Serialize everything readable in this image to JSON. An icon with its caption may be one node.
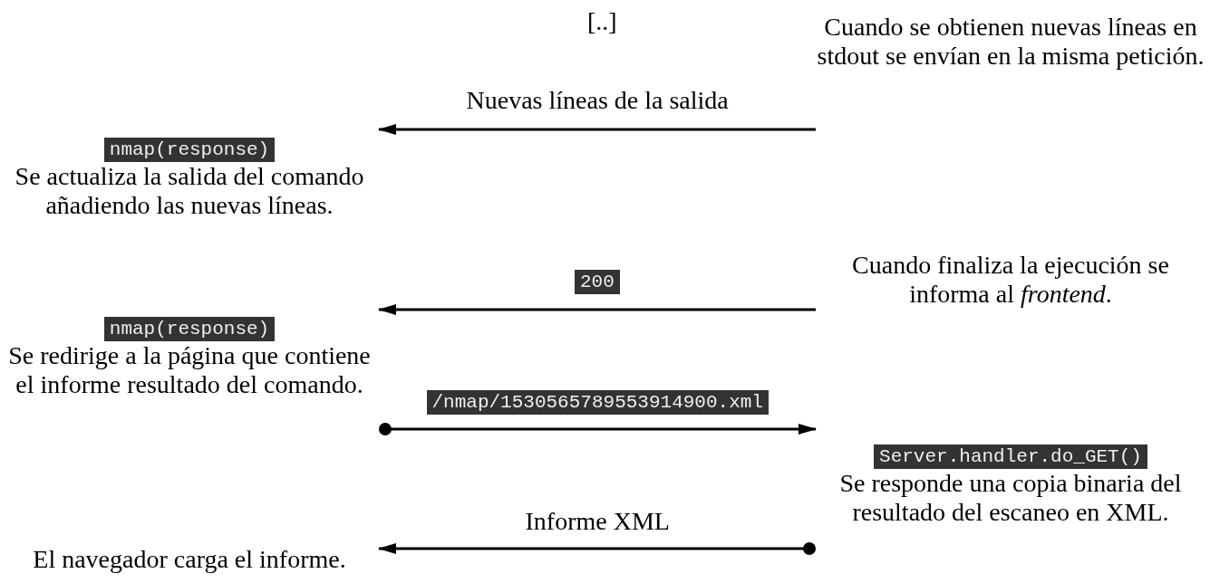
{
  "diagram": {
    "nodes": [
      {
        "text": [
          "Cuando se obtienen nuevas líneas en stdout se envían en la misma petición."
        ]
      },
      {
        "text": [
          "nmap(response)",
          "Se actualiza la salida del comando añadiendo las nuevas líneas."
        ]
      },
      {
        "text": [
          "Cuando finaliza la ejecución se informa al *frontend*."
        ]
      },
      {
        "text": [
          "nmap(response)",
          "Se redirige a la página que contiene el informe resultado del comando."
        ]
      },
      {
        "text": [
          "Server.handler.do_GET()",
          "Se responde una copia binaria del resultado del escaneo en XML."
        ]
      },
      {
        "text": [
          "El navegador carga el informe."
        ]
      }
    ],
    "edges": [
      {
        "from": 0,
        "to": 1,
        "arrow": "to",
        "label": "Nuevas líneas de la salida"
      },
      {
        "from": 2,
        "to": 3,
        "arrow": "to",
        "label": "200"
      },
      {
        "from": 3,
        "to": 4,
        "arrow": "to",
        "label": "/nmap/1530565789553914900.xml"
      },
      {
        "from": 4,
        "to": 5,
        "arrow": "to",
        "label": "Informe XML"
      }
    ],
    "labels": [
      "[..]"
    ]
  }
}
